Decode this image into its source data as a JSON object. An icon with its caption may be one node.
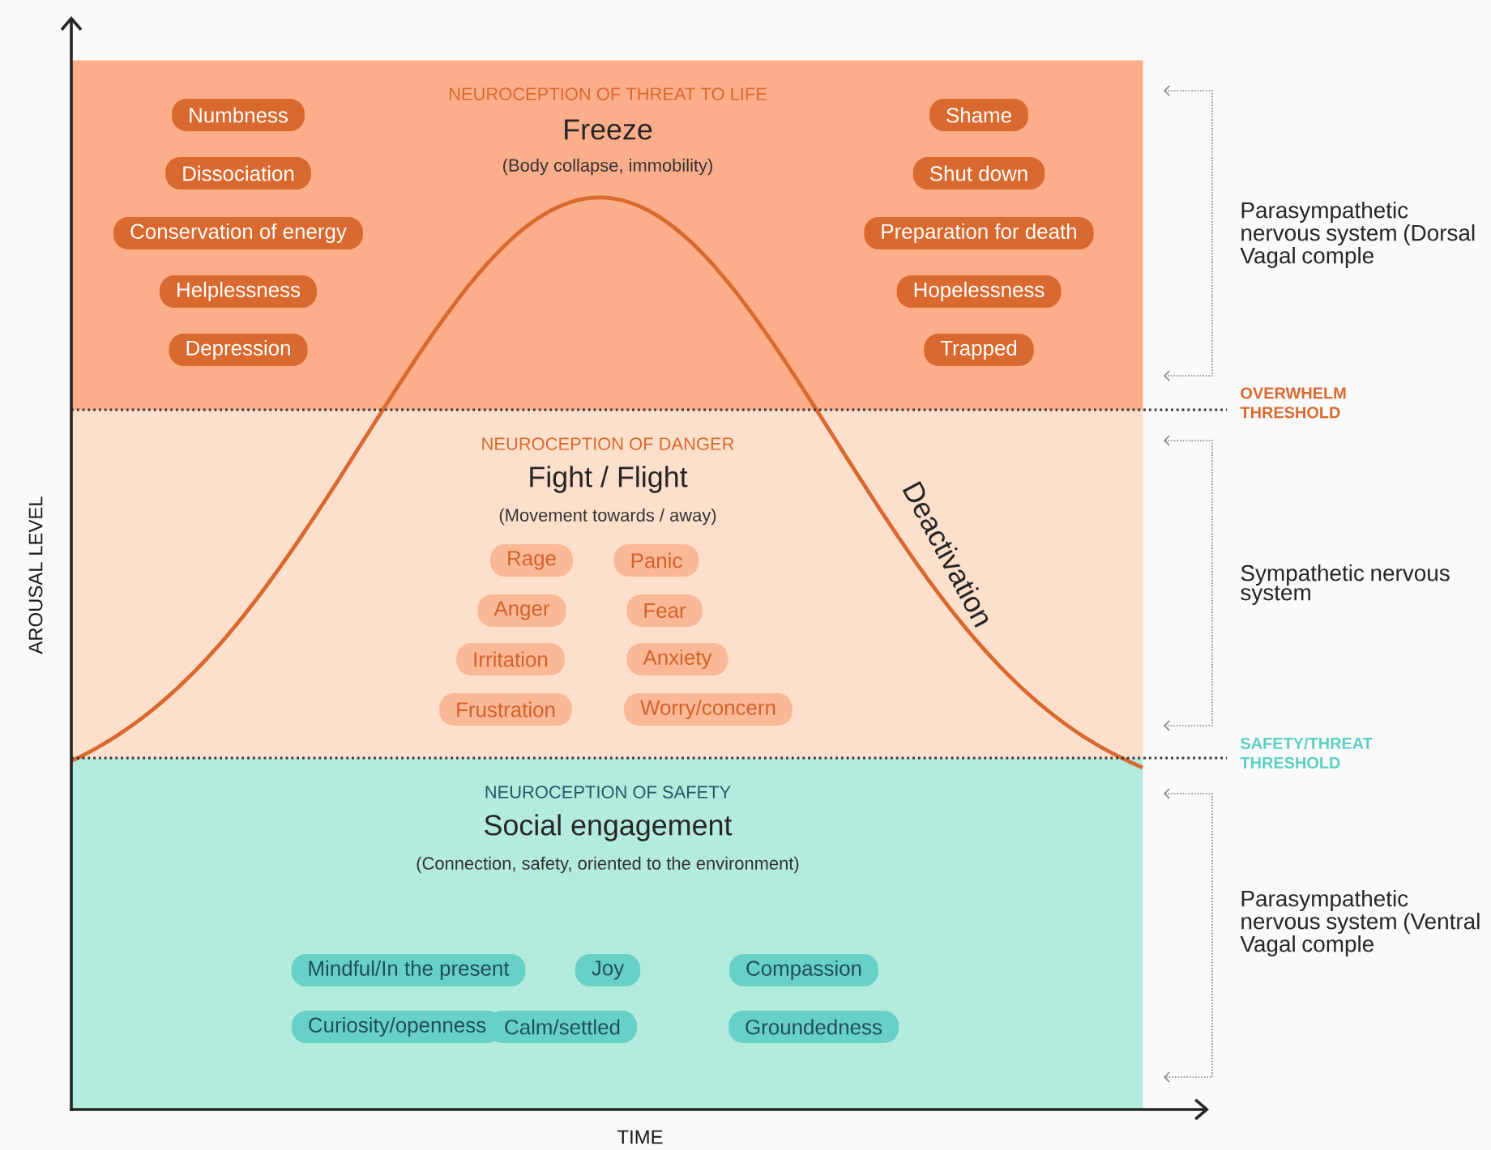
{
  "diagram": {
    "nodes": [
      {
        "text": [
          "NEUROCEPTION OF THREAT TO LIFE",
          "Freeze",
          "(Body collapse, immobility)"
        ]
      },
      {
        "text": [
          "Numbness"
        ],
        "in": 0
      },
      {
        "text": [
          "Dissociation"
        ],
        "in": 0
      },
      {
        "text": [
          "Conservation of energy"
        ],
        "in": 0
      },
      {
        "text": [
          "Helplessness"
        ],
        "in": 0
      },
      {
        "text": [
          "Depression"
        ],
        "in": 0
      },
      {
        "text": [
          "Shame"
        ],
        "in": 0
      },
      {
        "text": [
          "Shut down"
        ],
        "in": 0
      },
      {
        "text": [
          "Preparation for death"
        ],
        "in": 0
      },
      {
        "text": [
          "Hopelessness"
        ],
        "in": 0
      },
      {
        "text": [
          "Trapped"
        ],
        "in": 0
      },
      {
        "text": [
          "NEUROCEPTION OF DANGER",
          "Fight / Flight",
          "(Movement towards / away)"
        ]
      },
      {
        "text": [
          "Rage"
        ],
        "in": 11
      },
      {
        "text": [
          "Panic"
        ],
        "in": 11
      },
      {
        "text": [
          "Anger"
        ],
        "in": 11
      },
      {
        "text": [
          "Fear"
        ],
        "in": 11
      },
      {
        "text": [
          "Irritation"
        ],
        "in": 11
      },
      {
        "text": [
          "Anxiety"
        ],
        "in": 11
      },
      {
        "text": [
          "Frustration"
        ],
        "in": 11
      },
      {
        "text": [
          "Worry/concern"
        ],
        "in": 11
      },
      {
        "text": [
          "NEUROCEPTION OF SAFETY",
          "Social engagement",
          "(Connection, safety, oriented to the environment)"
        ]
      },
      {
        "text": [
          "Mindful/In the present"
        ],
        "in": 20
      },
      {
        "text": [
          "Joy"
        ],
        "in": 20
      },
      {
        "text": [
          "Compassion"
        ],
        "in": 20
      },
      {
        "text": [
          "Curiosity/openness"
        ],
        "in": 20
      },
      {
        "text": [
          "Calm/settled"
        ],
        "in": 20
      },
      {
        "text": [
          "Groundedness"
        ],
        "in": 20
      }
    ],
    "edges": [],
    "labels": [
      "AROUSAL LEVEL",
      "Parasympathetic nervous system (Dorsal Vagal comple",
      "OVERWHELM THRESHOLD",
      "Deactivation",
      "Sympathetic nervous system",
      "SAFETY/THREAT THRESHOLD",
      "Parasympathetic nervous system (Ventral Vagal comple",
      "TIME"
    ]
  }
}
